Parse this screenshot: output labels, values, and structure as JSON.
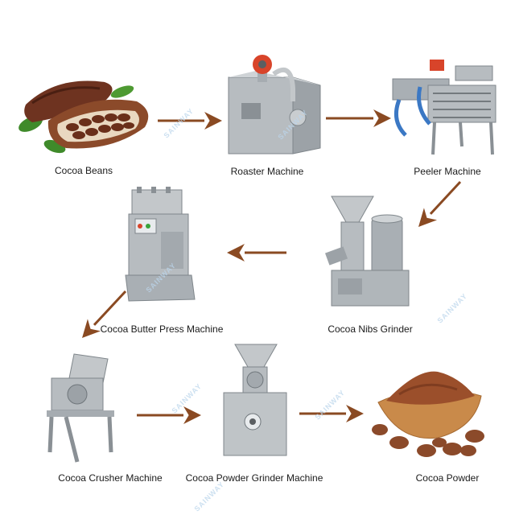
{
  "colors": {
    "arrow": "#8a4a22",
    "steel": "#b7bcc0",
    "steel_dark": "#7f868b",
    "cocoa": "#8b4a2a",
    "powder": "#9b4f2b",
    "wood": "#c98a4a",
    "leaf": "#3f8a2a"
  },
  "steps": [
    {
      "id": "cocoa-beans",
      "label": "Cocoa Beans",
      "icon": "cocoa-pod-icon"
    },
    {
      "id": "roaster-machine",
      "label": "Roaster  Machine",
      "icon": "roaster-machine-icon"
    },
    {
      "id": "peeler-machine",
      "label": "Peeler Machine",
      "icon": "peeler-machine-icon"
    },
    {
      "id": "cocoa-nibs-grinder",
      "label": "Cocoa Nibs Grinder",
      "icon": "colloid-mill-icon"
    },
    {
      "id": "cocoa-butter-press-machine",
      "label": "Cocoa Butter Press Machine",
      "icon": "oil-press-icon"
    },
    {
      "id": "cocoa-crusher-machine",
      "label": "Cocoa Crusher Machine",
      "icon": "crusher-icon"
    },
    {
      "id": "cocoa-powder-grinder-machine",
      "label": "Cocoa Powder Grinder Machine",
      "icon": "powder-grinder-icon"
    },
    {
      "id": "cocoa-powder",
      "label": "Cocoa  Powder",
      "icon": "cocoa-powder-bowl-icon"
    }
  ],
  "flow": [
    [
      "cocoa-beans",
      "roaster-machine"
    ],
    [
      "roaster-machine",
      "peeler-machine"
    ],
    [
      "peeler-machine",
      "cocoa-nibs-grinder"
    ],
    [
      "cocoa-nibs-grinder",
      "cocoa-butter-press-machine"
    ],
    [
      "cocoa-butter-press-machine",
      "cocoa-crusher-machine"
    ],
    [
      "cocoa-crusher-machine",
      "cocoa-powder-grinder-machine"
    ],
    [
      "cocoa-powder-grinder-machine",
      "cocoa-powder"
    ]
  ],
  "watermark": "SAINWAY"
}
